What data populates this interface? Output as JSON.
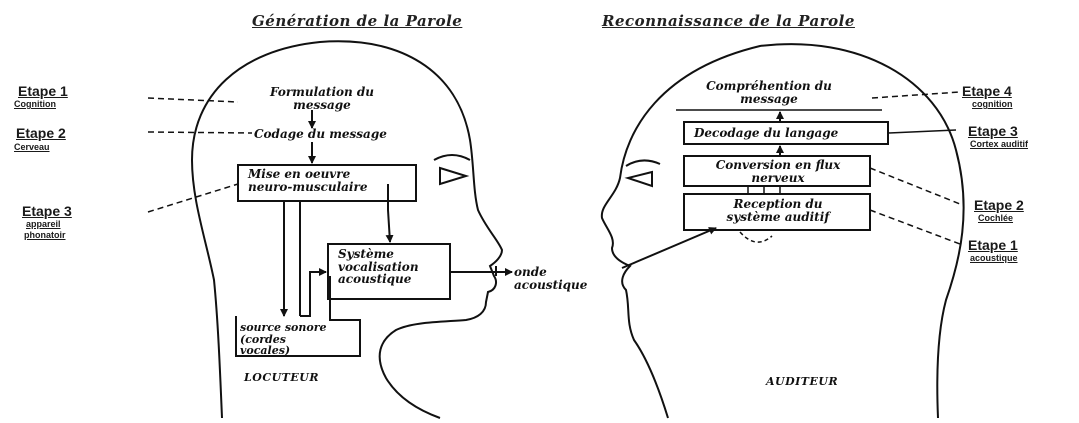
{
  "titles": {
    "generation": "Génération de la Parole",
    "recognition": "Reconnaissance de la Parole"
  },
  "speaker": {
    "steps": [
      {
        "label": "Etape 1",
        "sub": "Cognition"
      },
      {
        "label": "Etape 2",
        "sub": "Cerveau"
      },
      {
        "label": "Etape 3",
        "sub_line1": "appareil",
        "sub_line2": "phonatoir"
      }
    ],
    "formulation_line1": "Formulation du",
    "formulation_line2": "message",
    "codage": "Codage du  message",
    "mise_line1": "Mise en oeuvre",
    "mise_line2": "neuro-musculaire",
    "systeme_line1": "Système",
    "systeme_line2": "vocalisation",
    "systeme_line3": "acoustique",
    "source_line1": "source sonore",
    "source_line2": "(cordes",
    "source_line3": "vocales)",
    "name": "LOCUTEUR"
  },
  "onde_line1": "onde",
  "onde_line2": "acoustique",
  "listener": {
    "steps": [
      {
        "label": "Etape 4",
        "sub": "cognition"
      },
      {
        "label": "Etape 3",
        "sub": "Cortex auditif"
      },
      {
        "label": "Etape 2",
        "sub": "Cochlée"
      },
      {
        "label": "Etape 1",
        "sub": "acoustique"
      }
    ],
    "comprehension_line1": "Compréhention  du",
    "comprehension_line2": "message",
    "decodage": "Decodage du langage",
    "conversion_line1": "Conversion en flux",
    "conversion_line2": "nerveux",
    "reception_line1": "Reception du",
    "reception_line2": "système auditif",
    "name": "AUDITEUR"
  }
}
